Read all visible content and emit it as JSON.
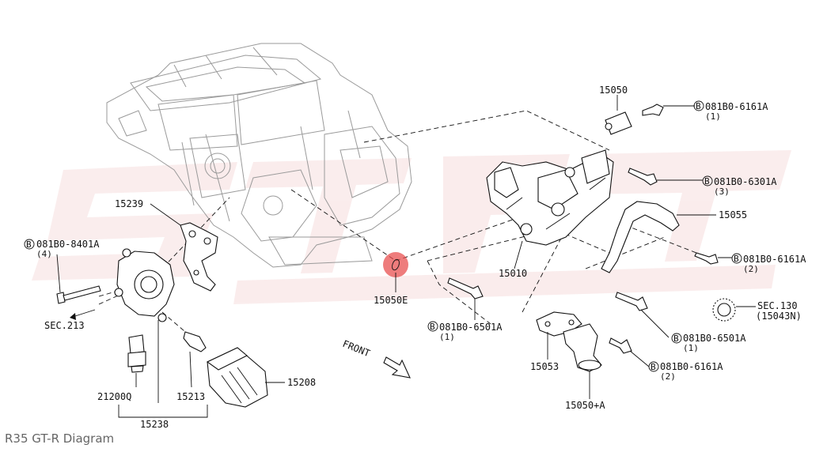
{
  "caption": "R35 GT-R Diagram",
  "front_label": "FRONT",
  "highlight_color": "#e84a4a",
  "labels": {
    "p15050_top": "15050",
    "b_6161a_1": "081B0-6161A",
    "b_6161a_1_qty": "(1)",
    "b_6301a": "081B0-6301A",
    "b_6301a_qty": "(3)",
    "p15055": "15055",
    "b_6161a_2": "081B0-6161A",
    "b_6161a_2_qty": "(2)",
    "p15010": "15010",
    "p15050e": "15050E",
    "p15239": "15239",
    "b_8401a": "081B0-8401A",
    "b_8401a_qty": "(4)",
    "sec213": "SEC.213",
    "sec130": "SEC.130",
    "sec130_sub": "(15043N)",
    "b_6501a_left": "081B0-6501A",
    "b_6501a_left_qty": "(1)",
    "b_6501a_right": "081B0-6501A",
    "b_6501a_right_qty": "(1)",
    "b_6161a_3": "081B0-6161A",
    "b_6161a_3_qty": "(2)",
    "p15053": "15053",
    "p15050a": "15050+A",
    "p21200q": "21200Q",
    "p15213": "15213",
    "p15208": "15208",
    "p15238": "15238",
    "b_symbol": "B"
  }
}
